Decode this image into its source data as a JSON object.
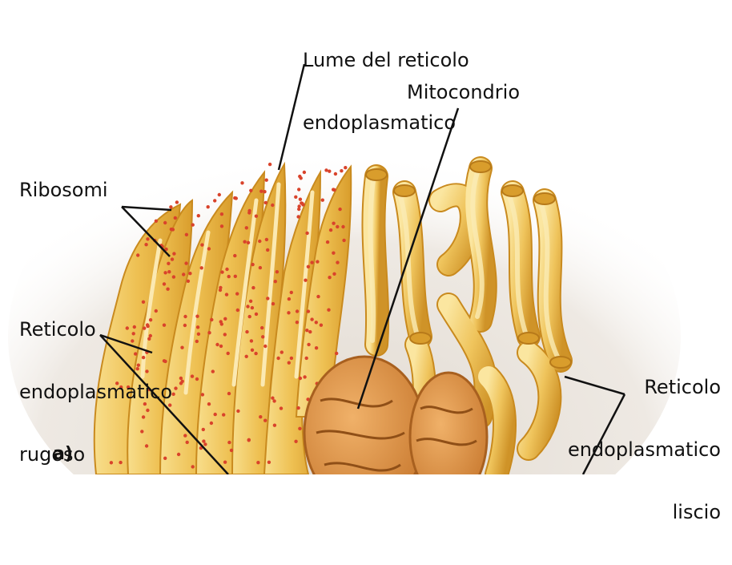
{
  "labels": {
    "lumen_line1": "Lume del reticolo",
    "lumen_line2": "endoplasmatico",
    "mitochondrion": "Mitocondrio",
    "ribosomes": "Ribosomi",
    "rough_er_line1": "Reticolo",
    "rough_er_line2": "endoplasmatico",
    "rough_er_line3": "rugoso",
    "smooth_er_line1": "Reticolo",
    "smooth_er_line2": "endoplasmatico",
    "smooth_er_line3": "liscio",
    "panel_letter": "a)"
  },
  "colors": {
    "background": "#ffffff",
    "shadow": "#e6e0d8",
    "membrane": "#e8b640",
    "membrane_light": "#f7dc86",
    "membrane_dark": "#c98a1e",
    "cisterna_fill": "#f3c95b",
    "ribosome": "#d9432b",
    "mitochondrion": "#d9873a",
    "leader_line": "#111111"
  }
}
